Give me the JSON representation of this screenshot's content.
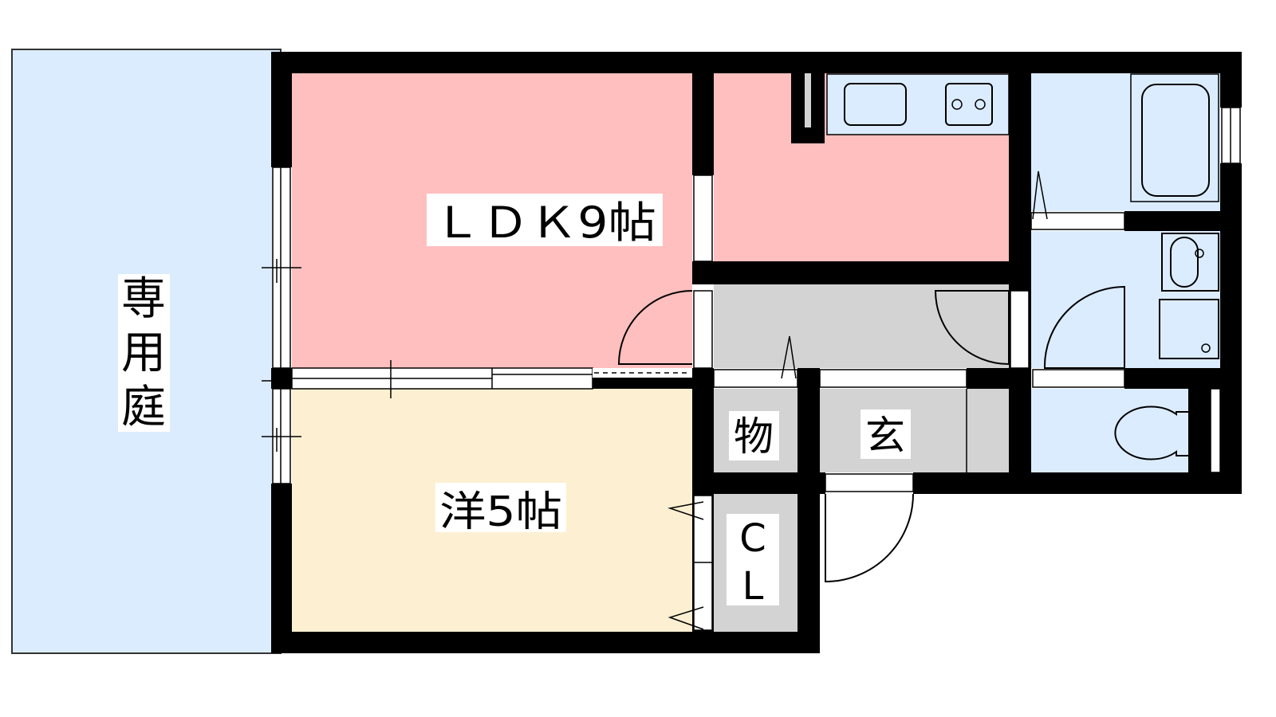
{
  "plan": {
    "rooms": {
      "ldk": "ＬＤＫ9帖",
      "western": "洋5帖",
      "storage": "物",
      "entrance": "玄",
      "closet_c": "C",
      "closet_l": "L",
      "garden_1": "専",
      "garden_2": "用",
      "garden_3": "庭"
    },
    "colors": {
      "ldk": "#ffbfbf",
      "western": "#fdf0d2",
      "wet_area": "#dbecff",
      "hall": "#d3d3d3",
      "garden": "#dbecff",
      "wall": "#000000"
    }
  }
}
